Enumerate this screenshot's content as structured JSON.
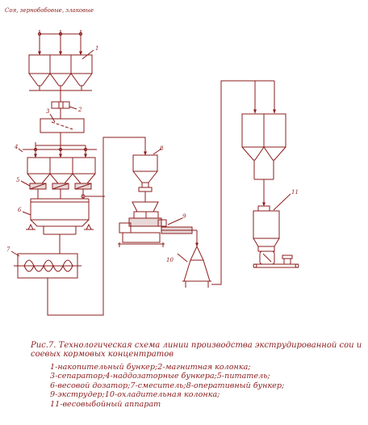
{
  "header": {
    "text": "Соя, зернобобовые, злаковые"
  },
  "diagram": {
    "labels": [
      "1",
      "2",
      "3",
      "4",
      "5",
      "6",
      "7",
      "8",
      "9",
      "10",
      "11"
    ],
    "colors": {
      "ink": "#8b1c1c",
      "background": "#ffffff"
    }
  },
  "caption": {
    "title": "Рис.7. Технологическая схема линии производства экструдированной сои и соевых кормовых концентратов",
    "legend": [
      "1-накопительный бункер;2-магнитная колонка;",
      "3-сепаратор;4-наддозаторные бункера;5-питатель;",
      "6-весовой дозатор;7-смеситель;8-оперативный бункер;",
      "9-экструдер;10-охладительная колонка;",
      "11-весовыбойный аппарат"
    ]
  }
}
